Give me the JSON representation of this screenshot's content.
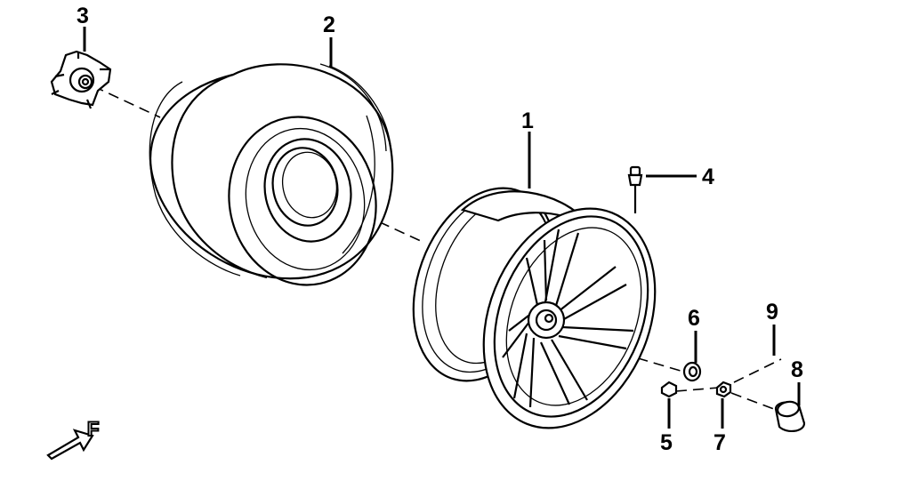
{
  "diagram": {
    "callouts": [
      {
        "id": "callout-1",
        "label": "1"
      },
      {
        "id": "callout-2",
        "label": "2"
      },
      {
        "id": "callout-3",
        "label": "3"
      },
      {
        "id": "callout-4",
        "label": "4"
      },
      {
        "id": "callout-5",
        "label": "5"
      },
      {
        "id": "callout-6",
        "label": "6"
      },
      {
        "id": "callout-7",
        "label": "7"
      },
      {
        "id": "callout-8",
        "label": "8"
      },
      {
        "id": "callout-9",
        "label": "9"
      }
    ],
    "direction_mark": "F"
  }
}
